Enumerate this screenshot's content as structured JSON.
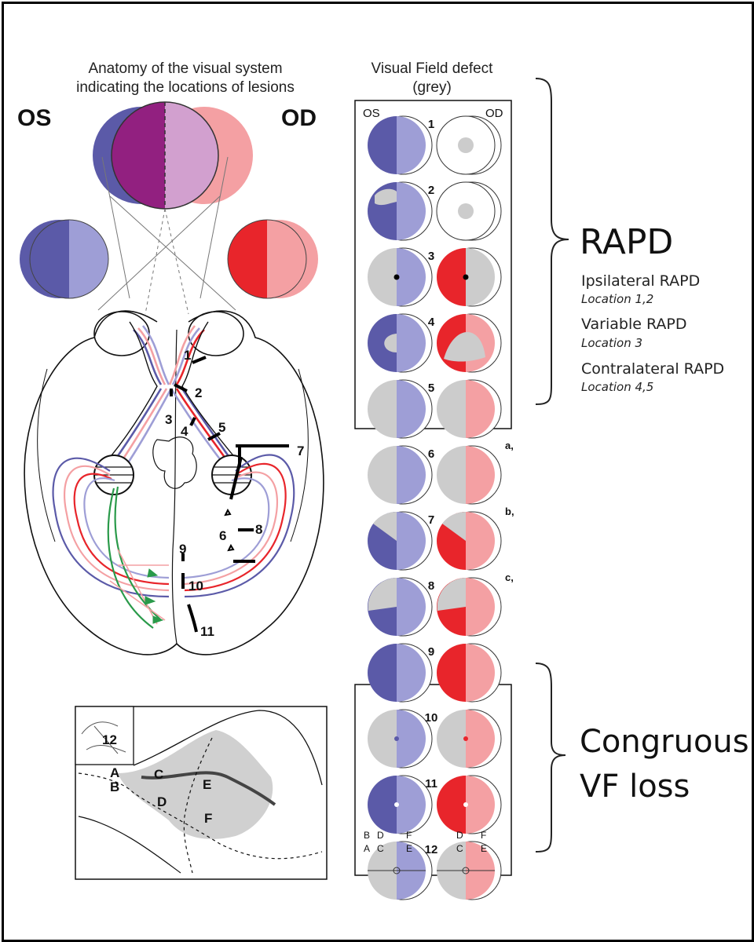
{
  "left_panel": {
    "title_line1": "Anatomy of the visual system",
    "title_line2": "indicating the locations of lesions",
    "os_label": "OS",
    "od_label": "OD",
    "lesion_numbers": [
      "1",
      "2",
      "3",
      "4",
      "5",
      "6",
      "7",
      "8",
      "9",
      "10",
      "11"
    ],
    "inset_labels": [
      "12",
      "A",
      "B",
      "C",
      "D",
      "E",
      "F"
    ]
  },
  "right_panel": {
    "title_line1": "Visual Field defect",
    "title_line2": "(grey)",
    "os_label": "OS",
    "od_label": "OD",
    "row_numbers": [
      "1",
      "2",
      "3",
      "4",
      "5",
      "6",
      "7",
      "8",
      "9",
      "10",
      "11",
      "12"
    ],
    "side_letters": [
      "a,",
      "b,",
      "c,"
    ],
    "row12_letters": {
      "left": [
        "B",
        "A",
        "D",
        "C",
        "F",
        "E"
      ],
      "right": [
        "D",
        "C",
        "F",
        "E"
      ]
    }
  },
  "rapd": {
    "heading": "RAPD",
    "items": [
      {
        "label": "Ipsilateral RAPD",
        "location": "Location 1,2"
      },
      {
        "label": "Variable RAPD",
        "location": "Location 3"
      },
      {
        "label": "Contralateral RAPD",
        "location": "Location 4,5"
      }
    ]
  },
  "congruous": {
    "line1": "Congruous",
    "line2": "VF loss"
  },
  "colors": {
    "os_dark": "#5b5aa8",
    "os_light": "#9e9ed6",
    "od_dark": "#e8252b",
    "od_light": "#f4a0a3",
    "defect_grey": "#cccccc",
    "overlap_dark": "#922080",
    "overlap_light": "#d2a0cf",
    "radiation_green": "#2a9a4a"
  }
}
